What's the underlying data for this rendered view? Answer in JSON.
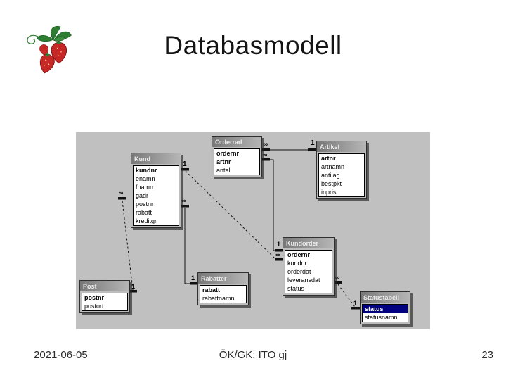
{
  "slide": {
    "title": "Databasmodell"
  },
  "footer": {
    "date": "2021-06-05",
    "course": "ÖK/GK: ITO gj",
    "page_number": "23"
  },
  "clipart": {
    "name": "strawberries",
    "berry_color": "#c62828",
    "leaf_color": "#2e7d32"
  },
  "diagram": {
    "background_color": "#c0c0c0",
    "selection_color": "#000080",
    "tables": [
      {
        "name": "Kund",
        "fields": [
          {
            "name": "kundnr",
            "key": true
          },
          {
            "name": "enamn"
          },
          {
            "name": "fnamn"
          },
          {
            "name": "gadr"
          },
          {
            "name": "postnr"
          },
          {
            "name": "rabatt"
          },
          {
            "name": "kreditgr"
          }
        ]
      },
      {
        "name": "Orderrad",
        "fields": [
          {
            "name": "ordernr",
            "key": true
          },
          {
            "name": "artnr",
            "key": true
          },
          {
            "name": "antal"
          }
        ]
      },
      {
        "name": "Artikel",
        "fields": [
          {
            "name": "artnr",
            "key": true
          },
          {
            "name": "artnamn"
          },
          {
            "name": "antilag"
          },
          {
            "name": "bestpkt"
          },
          {
            "name": "inpris"
          }
        ]
      },
      {
        "name": "Kundorder",
        "fields": [
          {
            "name": "ordernr",
            "key": true
          },
          {
            "name": "kundnr"
          },
          {
            "name": "orderdat"
          },
          {
            "name": "leveransdat"
          },
          {
            "name": "status"
          }
        ]
      },
      {
        "name": "Rabatter",
        "fields": [
          {
            "name": "rabatt",
            "key": true
          },
          {
            "name": "rabattnamn"
          }
        ]
      },
      {
        "name": "Post",
        "fields": [
          {
            "name": "postnr",
            "key": true
          },
          {
            "name": "postort"
          }
        ]
      },
      {
        "name": "Statustabell",
        "fields": [
          {
            "name": "status",
            "key": true,
            "selected": true
          },
          {
            "name": "statusnamn"
          }
        ]
      }
    ],
    "relations": [
      {
        "from": "Orderrad",
        "from_label": "∞",
        "to": "Artikel",
        "to_label": "1",
        "line": "solid"
      },
      {
        "from": "Orderrad",
        "from_label": "∞",
        "to": "Kundorder",
        "to_label": "1",
        "line": "solid"
      },
      {
        "from": "Kund",
        "from_label": "1",
        "to": "Kundorder",
        "to_label": "∞",
        "line": "dashed"
      },
      {
        "from": "Kund",
        "from_label": "∞",
        "to": "Rabatter",
        "to_label": "1",
        "line": "solid"
      },
      {
        "from": "Kund",
        "from_label": "∞",
        "to": "Post",
        "to_label": "1",
        "line": "dashed"
      },
      {
        "from": "Kundorder",
        "from_label": "∞",
        "to": "Statustabell",
        "to_label": "1",
        "line": "dashed"
      }
    ]
  }
}
